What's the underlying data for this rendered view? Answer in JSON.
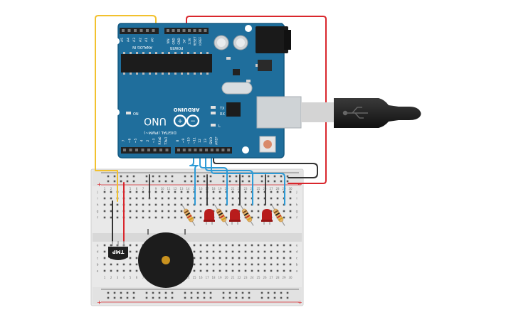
{
  "arduino": {
    "brand": "ARDUINO",
    "model": "UNO",
    "analog_header": "ANALOG IN",
    "power_header": "POWER",
    "digital_header": "DIGITAL (PWM~)",
    "on_label": "ON",
    "tx_label": "TX",
    "rx_label": "RX",
    "l_label": "L",
    "analog_pins": [
      "A5",
      "A4",
      "A3",
      "A2",
      "A1",
      "A0"
    ],
    "power_pins": [
      "VIN",
      "GND",
      "GND",
      "5V",
      "3.3V",
      "RESET",
      "IOREF"
    ],
    "digital_pins_low": [
      "TX▸1",
      "RX◂0",
      "~3",
      "2",
      "4",
      "~5",
      "~6",
      "7"
    ],
    "digital_pins_high": [
      "8",
      "~9",
      "~10",
      "~11",
      "12",
      "13",
      "GND",
      "AREF"
    ]
  },
  "sensor": {
    "label": "TMP"
  },
  "breadboard": {
    "rows_top": [
      "j",
      "i",
      "h",
      "g",
      "f"
    ],
    "rows_bottom": [
      "e",
      "d",
      "c",
      "b",
      "a"
    ],
    "columns": [
      "1",
      "2",
      "3",
      "4",
      "5",
      "6",
      "7",
      "8",
      "9",
      "10",
      "11",
      "12",
      "13",
      "14",
      "15",
      "16",
      "17",
      "18",
      "19",
      "20",
      "21",
      "22",
      "23",
      "24",
      "25",
      "26",
      "27",
      "28",
      "29",
      "30"
    ],
    "rail_plus": "+",
    "rail_minus": "−"
  },
  "colors": {
    "board": "#1f6e9c",
    "board_edge": "#155a82",
    "wire_yellow": "#f2c12e",
    "wire_red": "#d9262c",
    "wire_blue": "#2e9bd6",
    "wire_black": "#333333",
    "led_red": "#b81c1c",
    "breadboard": "#e8e8e8"
  }
}
